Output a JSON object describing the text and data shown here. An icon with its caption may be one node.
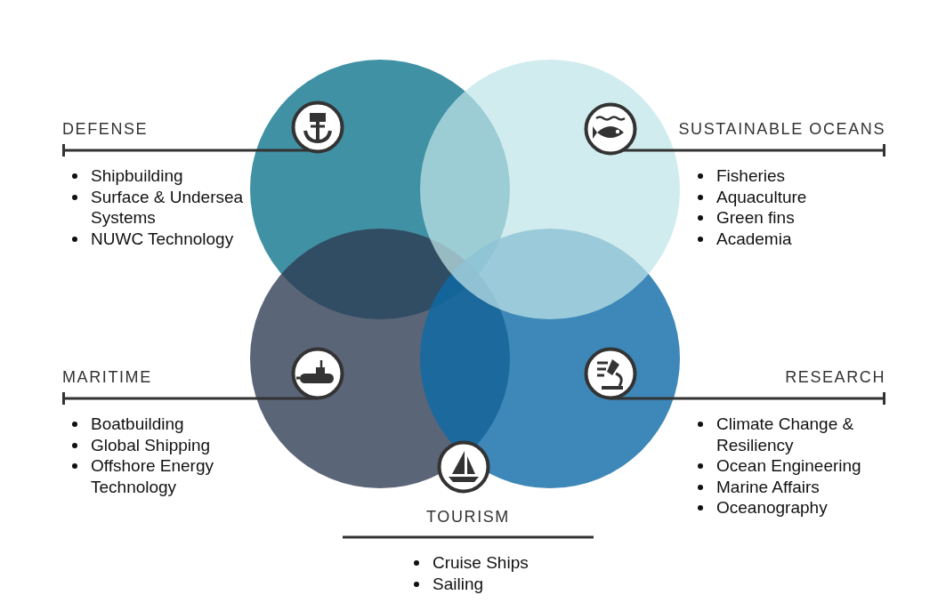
{
  "diagram": {
    "nodes": [
      {
        "text": [],
        "shape": "circle"
      },
      {
        "text": [],
        "shape": "circle"
      },
      {
        "text": [],
        "shape": "circle"
      },
      {
        "text": [],
        "shape": "circle"
      },
      {
        "text": [],
        "shape": "picture",
        "in": 0
      },
      {
        "text": [],
        "shape": "picture",
        "in": 1
      },
      {
        "text": [],
        "shape": "picture",
        "in": 2
      },
      {
        "text": [],
        "shape": "picture",
        "in": 3
      },
      {
        "text": [],
        "shape": "picture"
      },
      {
        "text": [
          "DEFENSE",
          "Shipbuilding",
          "Surface & Undersea Systems",
          "NUWC Technology"
        ]
      },
      {
        "text": [
          "SUSTAINABLE OCEANS",
          "Fisheries",
          "Aquaculture",
          "Green fins",
          "Academia"
        ]
      },
      {
        "text": [
          "MARITIME",
          "Boatbuilding",
          "Global Shipping",
          "Offshore Energy Technology"
        ]
      },
      {
        "text": [
          "RESEARCH",
          "Climate Change & Resiliency",
          "Ocean Engineering",
          "Marine Affairs",
          "Oceanography"
        ]
      },
      {
        "text": [
          "TOURISM",
          "Cruise Ships",
          "Sailing"
        ]
      }
    ],
    "edges": [
      {
        "from": 4,
        "to": 9,
        "arrow": "none"
      },
      {
        "from": 5,
        "to": 10,
        "arrow": "none"
      },
      {
        "from": 6,
        "to": 11,
        "arrow": "none"
      },
      {
        "from": 7,
        "to": 12,
        "arrow": "none"
      }
    ]
  }
}
